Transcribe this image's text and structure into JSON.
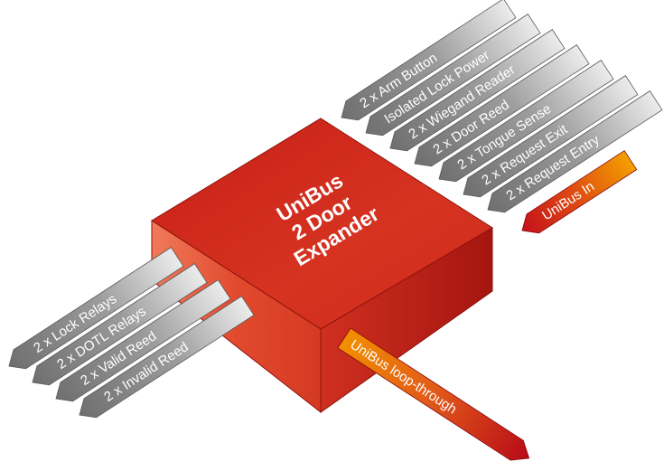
{
  "expander": {
    "title_lines": [
      "UniBus",
      "2 Door",
      "Expander"
    ]
  },
  "inputs": [
    "2 x Arm Button",
    "Isolated Lock Power",
    "2 x Wiegand Reader",
    "2 x Door Reed",
    "2 x Tongue Sense",
    "2 x Request Exit",
    "2 x Request Entry"
  ],
  "unibus_in": "UniBus In",
  "outputs": [
    "2 x Lock Relays",
    "2 x DOTL Relays",
    "2 x Valid Reed",
    "2 x Invalid Reed"
  ],
  "unibus_loop": "UniBus loop-through",
  "colors": {
    "box_top": "#d42a1e",
    "box_front": "#e2452b",
    "box_side": "#b81d15",
    "grey_arrow": "#8c8c8c",
    "grey_arrow_light": "#e4e4e4",
    "orange": "#f09000",
    "red": "#c4101b"
  }
}
